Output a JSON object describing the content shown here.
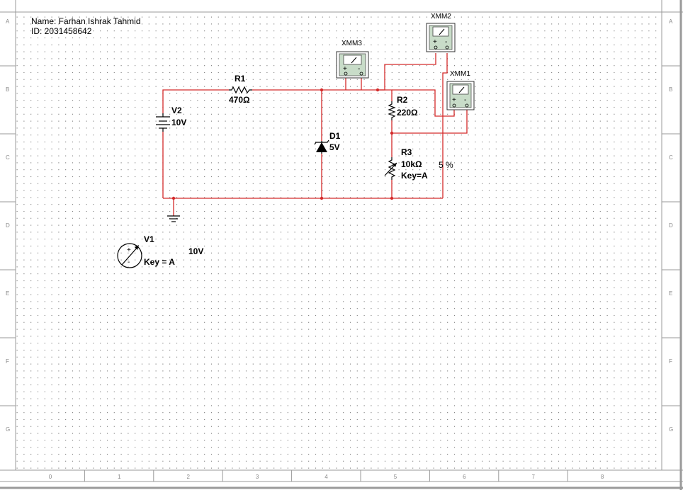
{
  "author": {
    "name": "Name: Farhan Ishrak Tahmid",
    "id": "ID: 2031458642"
  },
  "components": {
    "r1": {
      "ref": "R1",
      "value": "470Ω"
    },
    "r2": {
      "ref": "R2",
      "value": "220Ω"
    },
    "r3": {
      "ref": "R3",
      "value": "10kΩ",
      "key": "Key=A",
      "percent": "5 %"
    },
    "v2": {
      "ref": "V2",
      "value": "10V"
    },
    "d1": {
      "ref": "D1",
      "value": "5V"
    },
    "v1": {
      "ref": "V1",
      "key": "Key = A",
      "value": "10V"
    },
    "xmm1": {
      "ref": "XMM1"
    },
    "xmm2": {
      "ref": "XMM2"
    },
    "xmm3": {
      "ref": "XMM3"
    }
  },
  "meter": {
    "plus": "+",
    "minus": "-"
  },
  "rulers": {
    "columns": [
      "0",
      "1",
      "2",
      "3",
      "4",
      "5",
      "6",
      "7",
      "8"
    ],
    "rows": [
      "A",
      "B",
      "C",
      "D",
      "E",
      "F",
      "G"
    ]
  },
  "colors": {
    "wire": "#d42a2a",
    "meter_face": "#c8dcc8",
    "grid_dot": "#555555",
    "ruler_line": "#9a9a9a"
  }
}
